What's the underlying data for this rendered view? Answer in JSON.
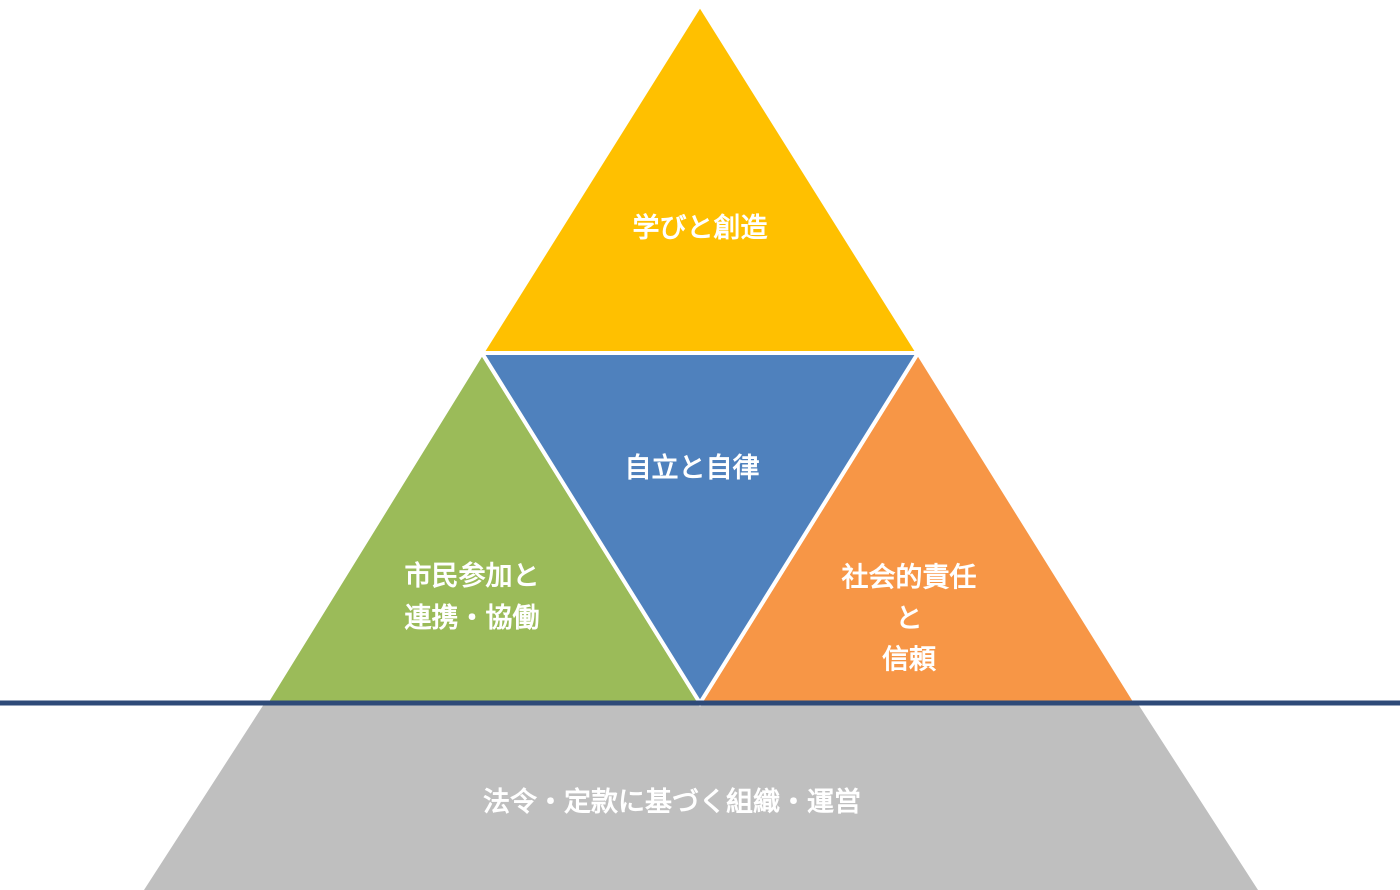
{
  "colors": {
    "top": "#FFC000",
    "center": "#4F81BD",
    "left": "#9BBB59",
    "right": "#F79646",
    "base": "#BFBFBF",
    "divider": "#2E4A78",
    "outline": "#FFFFFF",
    "text": "#FFFFFF"
  },
  "diagram": {
    "top": {
      "lines": [
        "学びと創造"
      ]
    },
    "center": {
      "lines": [
        "自立と自律"
      ]
    },
    "left": {
      "lines": [
        "市民参加と",
        "連携・協働"
      ]
    },
    "right": {
      "lines": [
        "社会的責任",
        "と",
        "信頼"
      ]
    },
    "base": {
      "lines": [
        "法令・定款に基づく組織・運営"
      ]
    }
  }
}
